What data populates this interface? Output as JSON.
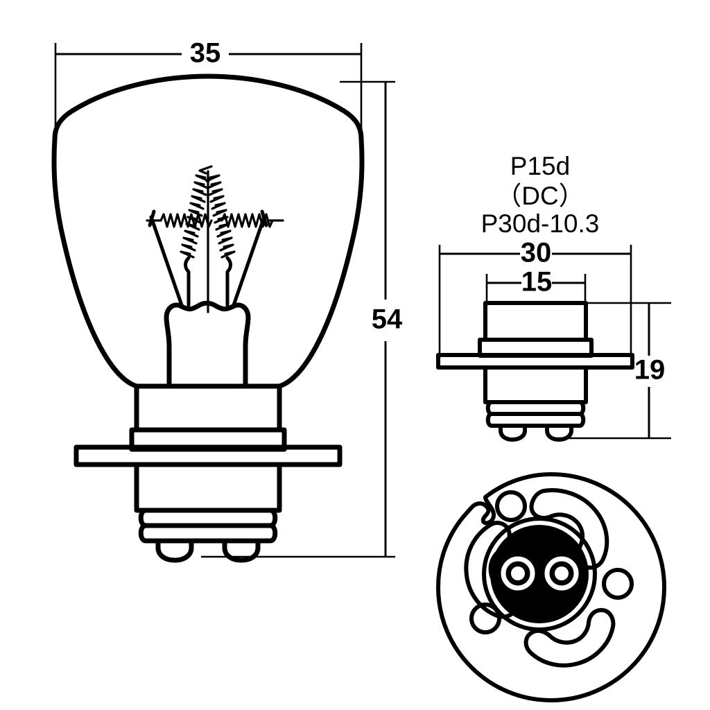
{
  "drawing": {
    "title": "Bulb technical dimension drawing",
    "units": "mm",
    "background_color": "#ffffff",
    "line_color": "#000000"
  },
  "labels": {
    "base_type": "P15d",
    "base_current": "（DC）",
    "base_code": "P30d-10.3"
  },
  "dimensions": {
    "bulb_width": "35",
    "bulb_height": "54",
    "flange_diameter": "30",
    "cap_diameter": "15",
    "cap_height": "19"
  },
  "views": {
    "main": "bulb-side-view",
    "detail": "base-side-view",
    "bottom": "base-bottom-view"
  }
}
